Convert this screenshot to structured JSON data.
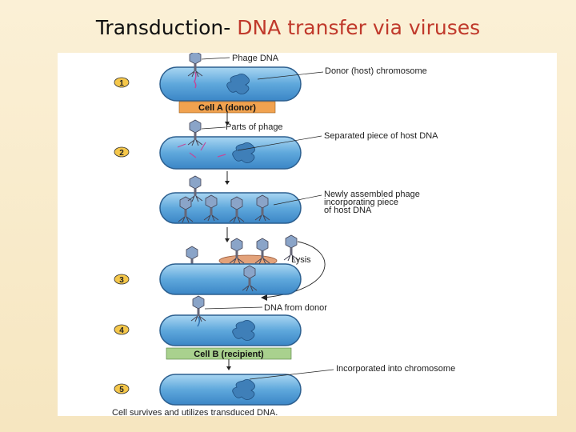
{
  "title": {
    "main": "Transduction-",
    "accent": "DNA transfer via viruses"
  },
  "colors": {
    "cell_fill": "#6fb3e2",
    "cell_dark": "#2f7bbd",
    "label_box": "#f1a24f",
    "recipient_box": "#a9d18e",
    "accent": "#c0392b"
  },
  "diagram": {
    "steps": [
      "1",
      "2",
      "3",
      "4",
      "5"
    ],
    "labels": {
      "phage_dna": "Phage DNA",
      "donor_chromosome": "Donor (host) chromosome",
      "cell_a": "Cell A (donor)",
      "parts_of_phage": "Parts of phage",
      "separated_piece": "Separated piece of host DNA",
      "newly_assembled_1": "Newly assembled phage",
      "newly_assembled_2": "incorporating piece",
      "newly_assembled_3": "of host DNA",
      "lysis": "Lysis",
      "dna_from_donor": "DNA from donor",
      "cell_b": "Cell B (recipient)",
      "incorporated": "Incorporated into chromosome",
      "caption": "Cell survives and utilizes transduced DNA."
    }
  }
}
